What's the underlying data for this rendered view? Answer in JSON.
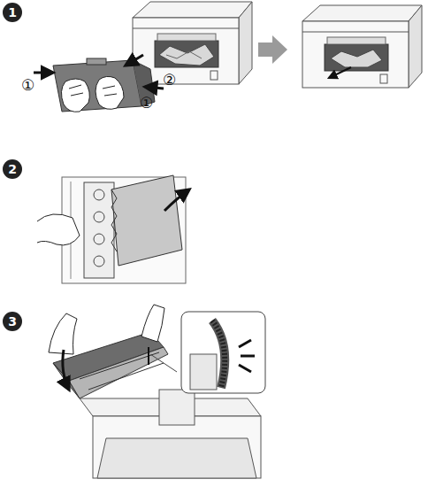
{
  "diagram": {
    "nodes": [
      {
        "text": [
          "1"
        ]
      },
      {
        "text": [
          "2"
        ]
      },
      {
        "text": [
          "3"
        ]
      }
    ],
    "labels": [
      "①",
      "②",
      "①"
    ]
  }
}
